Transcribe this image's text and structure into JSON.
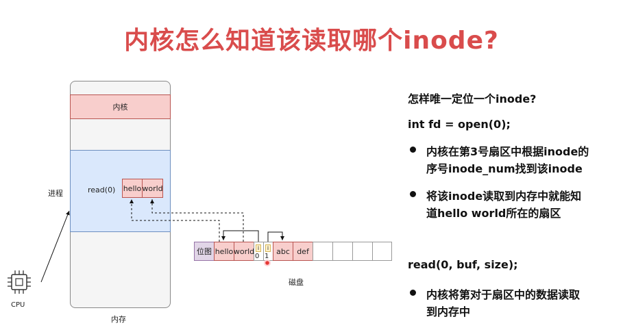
{
  "title": "内核怎么知道该读取哪个inode?",
  "memory": {
    "kernel_label": "内核",
    "process_side_label": "进程",
    "read_call": "read(0)",
    "buf_cells": [
      "hello",
      "world"
    ],
    "bottom_label": "内存"
  },
  "cpu_label": "CPU",
  "disk": {
    "bitmap_label": "位图",
    "cells": [
      "hello",
      "world"
    ],
    "inode_cells": [
      "i",
      "i"
    ],
    "inode_indices": [
      "0",
      "1"
    ],
    "data_cells": [
      "abc",
      "def"
    ],
    "label": "磁盘"
  },
  "right_text": {
    "question": "怎样唯一定位一个inode?",
    "code1": "int fd = open(0);",
    "bullet1_line1": "内核在第3号扇区中根据inode的",
    "bullet1_line2": "序号inode_num找到该inode",
    "bullet2_line1": "将该inode读取到内存中就能知",
    "bullet2_line2": "道hello world所在的扇区",
    "code2": "read(0, buf, size);",
    "bullet3_line1": "内核将第对于扇区中的数据读取",
    "bullet3_line2": "到内存中"
  },
  "colors": {
    "title": "#d94c4c",
    "kernel_fill": "#f8cecc",
    "process_fill": "#dae8fc",
    "bitmap_fill": "#e1d5e7",
    "inode_fill": "#fff2cc",
    "marker": "#e53935"
  }
}
